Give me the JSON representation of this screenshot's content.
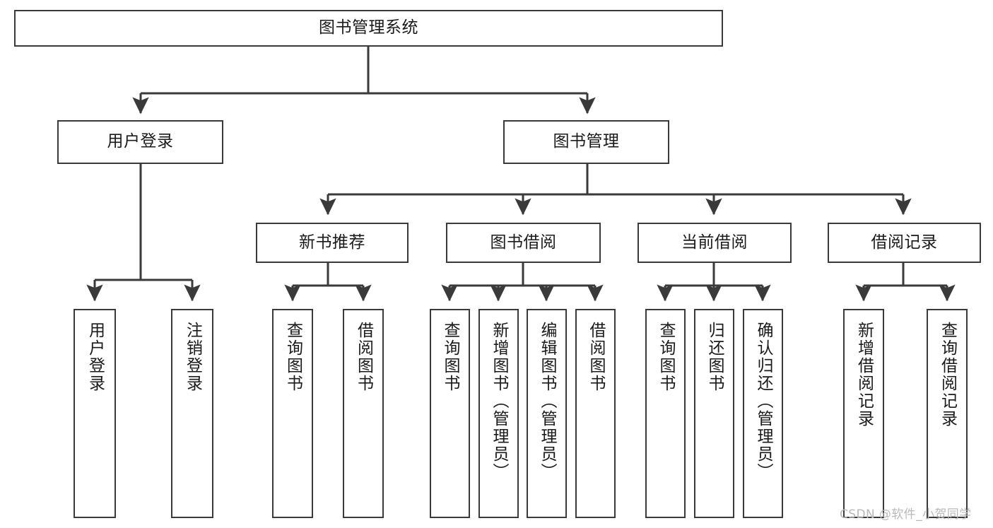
{
  "diagram": {
    "type": "tree-hierarchy-chart",
    "title": "图书管理系统",
    "colors": {
      "background": "#ffffff",
      "box_border": "#3a3a3a",
      "box_fill": "#ffffff",
      "connector": "#3a3a3a",
      "text": "#1a1a1a",
      "watermark": "#b9b9b9"
    },
    "levels": 4,
    "nodes": {
      "root": {
        "label": "图书管理系统",
        "orientation": "horizontal"
      },
      "level2": [
        {
          "id": "user-login",
          "label": "用户登录",
          "orientation": "horizontal"
        },
        {
          "id": "book-management",
          "label": "图书管理",
          "orientation": "horizontal"
        }
      ],
      "level3": [
        {
          "id": "new-book-recommend",
          "label": "新书推荐",
          "orientation": "horizontal"
        },
        {
          "id": "book-borrow",
          "label": "图书借阅",
          "orientation": "horizontal"
        },
        {
          "id": "current-borrow",
          "label": "当前借阅",
          "orientation": "horizontal"
        },
        {
          "id": "borrow-record",
          "label": "借阅记录",
          "orientation": "horizontal"
        }
      ],
      "leaves": [
        {
          "id": "leaf-user-login",
          "label": "用户登录",
          "parent": "user-login",
          "orientation": "vertical"
        },
        {
          "id": "leaf-user-logout",
          "label": "注销登录",
          "parent": "user-login",
          "orientation": "vertical"
        },
        {
          "id": "leaf-query-book-1",
          "label": "查询图书",
          "parent": "new-book-recommend",
          "orientation": "vertical"
        },
        {
          "id": "leaf-borrow-book-1",
          "label": "借阅图书",
          "parent": "new-book-recommend",
          "orientation": "vertical"
        },
        {
          "id": "leaf-query-book-2",
          "label": "查询图书",
          "parent": "book-borrow",
          "orientation": "vertical"
        },
        {
          "id": "leaf-add-book",
          "label": "新增图书（管理员）",
          "parent": "book-borrow",
          "orientation": "vertical"
        },
        {
          "id": "leaf-edit-book",
          "label": "编辑图书（管理员）",
          "parent": "book-borrow",
          "orientation": "vertical"
        },
        {
          "id": "leaf-borrow-book-2",
          "label": "借阅图书",
          "parent": "book-borrow",
          "orientation": "vertical"
        },
        {
          "id": "leaf-query-book-3",
          "label": "查询图书",
          "parent": "current-borrow",
          "orientation": "vertical"
        },
        {
          "id": "leaf-return-book",
          "label": "归还图书",
          "parent": "current-borrow",
          "orientation": "vertical"
        },
        {
          "id": "leaf-confirm-return",
          "label": "确认归还（管理员）",
          "parent": "current-borrow",
          "orientation": "vertical"
        },
        {
          "id": "leaf-add-record",
          "label": "新增借阅记录",
          "parent": "borrow-record",
          "orientation": "vertical"
        },
        {
          "id": "leaf-query-record",
          "label": "查询借阅记录",
          "parent": "borrow-record",
          "orientation": "vertical"
        }
      ]
    },
    "watermark": "CSDN @软件_小贺同学"
  }
}
